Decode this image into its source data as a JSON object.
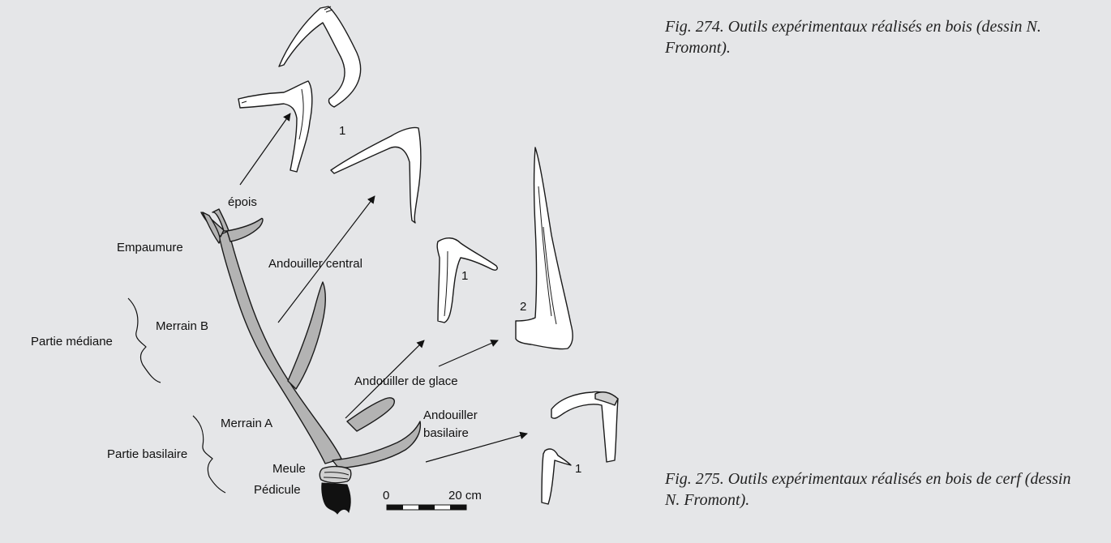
{
  "captions": {
    "fig274": "Fig. 274. Outils expérimentaux réalisés en bois (dessin N. Fromont).",
    "fig275": "Fig. 275. Outils expérimentaux réalisés en bois de cerf (dessin N. Fromont)."
  },
  "labels": {
    "epois": "épois",
    "empaumure": "Empaumure",
    "andouiller_central": "Andouiller central",
    "merrain_b": "Merrain B",
    "partie_mediane": "Partie médiane",
    "andouiller_de_glace": "Andouiller de glace",
    "merrain_a": "Merrain A",
    "andouiller_basilaire_1": "Andouiller",
    "andouiller_basilaire_2": "basilaire",
    "partie_basilaire": "Partie basilaire",
    "meule": "Meule",
    "pedicule": "Pédicule"
  },
  "tool_numbers": {
    "top_tool": "1",
    "middle_tool": "1",
    "long_tool": "2",
    "bottom_tool": "1"
  },
  "scale": {
    "start": "0",
    "end": "20 cm"
  },
  "colors": {
    "background": "#e5e6e8",
    "antler_fill": "#b3b3b3",
    "line": "#1a1a1a"
  }
}
